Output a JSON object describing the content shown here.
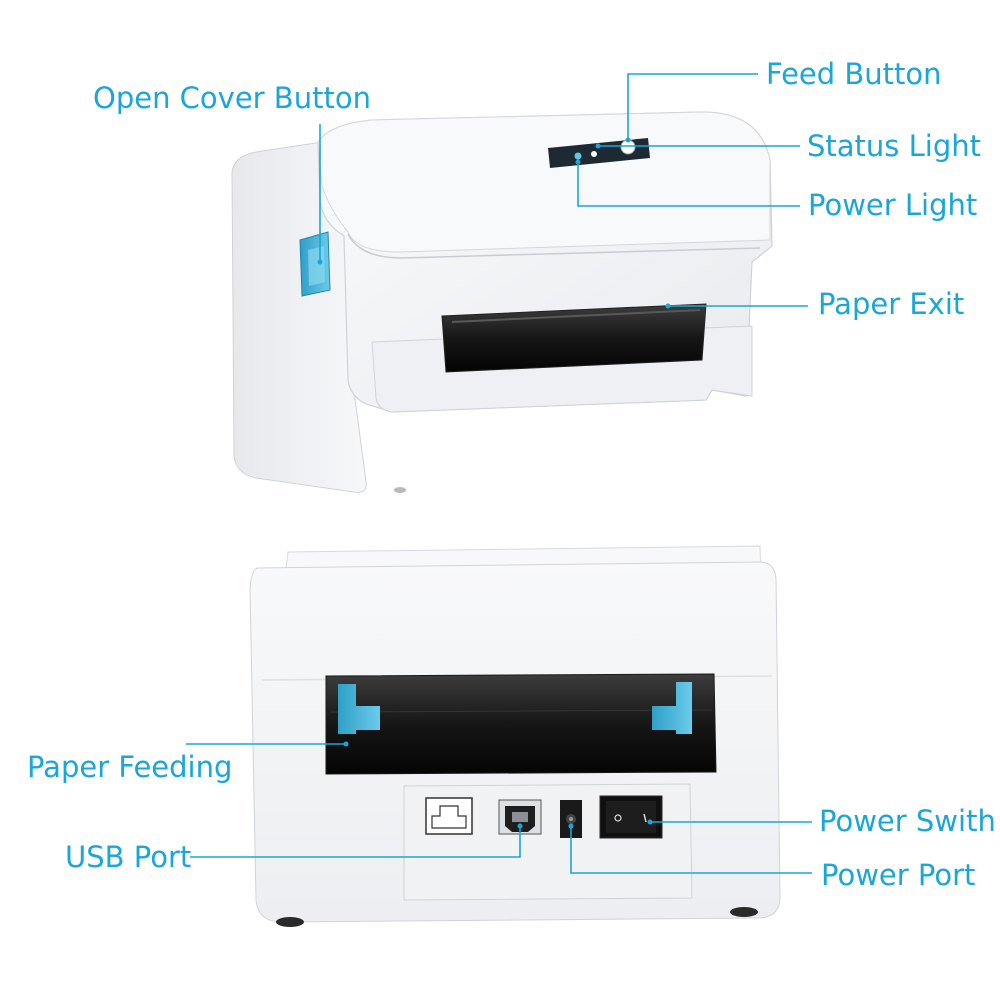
{
  "callouts": {
    "open_cover_button": "Open Cover Button",
    "feed_button": "Feed Button",
    "status_light": "Status Light",
    "power_light": "Power Light",
    "paper_exit": "Paper Exit",
    "paper_feeding": "Paper Feeding",
    "usb_port": "USB Port",
    "power_switch": "Power Swith",
    "power_port": "Power Port"
  },
  "colors": {
    "label_text": "#1aa6d8",
    "leader_line": "#1aa6d8",
    "printer_body": "#f3f4f6",
    "printer_shadow": "#d8dbe0",
    "slot_black": "#111111",
    "accent_blue": "#4ab7d8",
    "background": "#ffffff"
  },
  "icons": [
    "label-printer-front-view",
    "label-printer-back-view",
    "feed-button-icon",
    "status-light-icon",
    "power-light-icon",
    "usb-b-port-icon",
    "ethernet-port-icon",
    "dc-power-port-icon",
    "rocker-switch-icon"
  ]
}
